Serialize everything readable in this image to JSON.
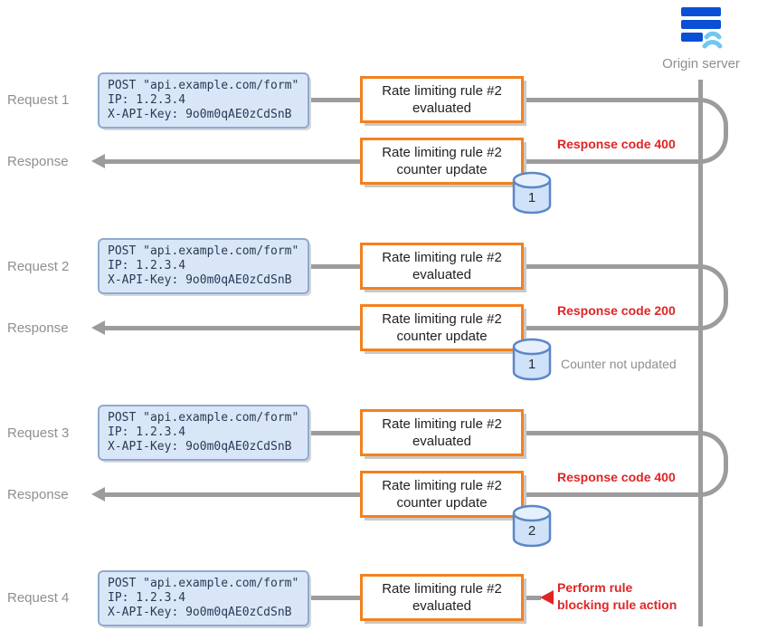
{
  "diagram": {
    "origin_server": {
      "label": "Origin server"
    },
    "request_payload": {
      "method_line": "POST \"api.example.com/form\"",
      "ip_line": "IP: 1.2.3.4",
      "api_key_line": "X-API-Key: 9o0m0qAE0zCdSnB"
    },
    "rule_boxes": {
      "title": "Rate limiting rule #2",
      "evaluated_label": "evaluated",
      "counter_update_label": "counter update"
    },
    "lanes": [
      {
        "label": "Request 1"
      },
      {
        "label": "Response",
        "note": "Response code 400",
        "counter": "1"
      },
      {
        "label": "Request 2"
      },
      {
        "label": "Response",
        "note": "Response code 200",
        "counter": "1",
        "subnote": "Counter not updated"
      },
      {
        "label": "Request 3"
      },
      {
        "label": "Response",
        "note": "Response code 400",
        "counter": "2"
      },
      {
        "label": "Request 4",
        "action_note_line1": "Perform rule",
        "action_note_line2": "blocking rule action"
      }
    ],
    "colors": {
      "rule_border_orange": "#f4801f",
      "request_fill_blue": "#d9e6f8",
      "request_border_blue": "#8fa9d0",
      "connector_gray": "#9c9c9c",
      "alert_red": "#e02424",
      "database_fill": "#cfe2f9",
      "database_stroke": "#5b87c7",
      "icon_dark_blue": "#0b4fd6",
      "icon_light_blue": "#6ec8f2"
    }
  }
}
